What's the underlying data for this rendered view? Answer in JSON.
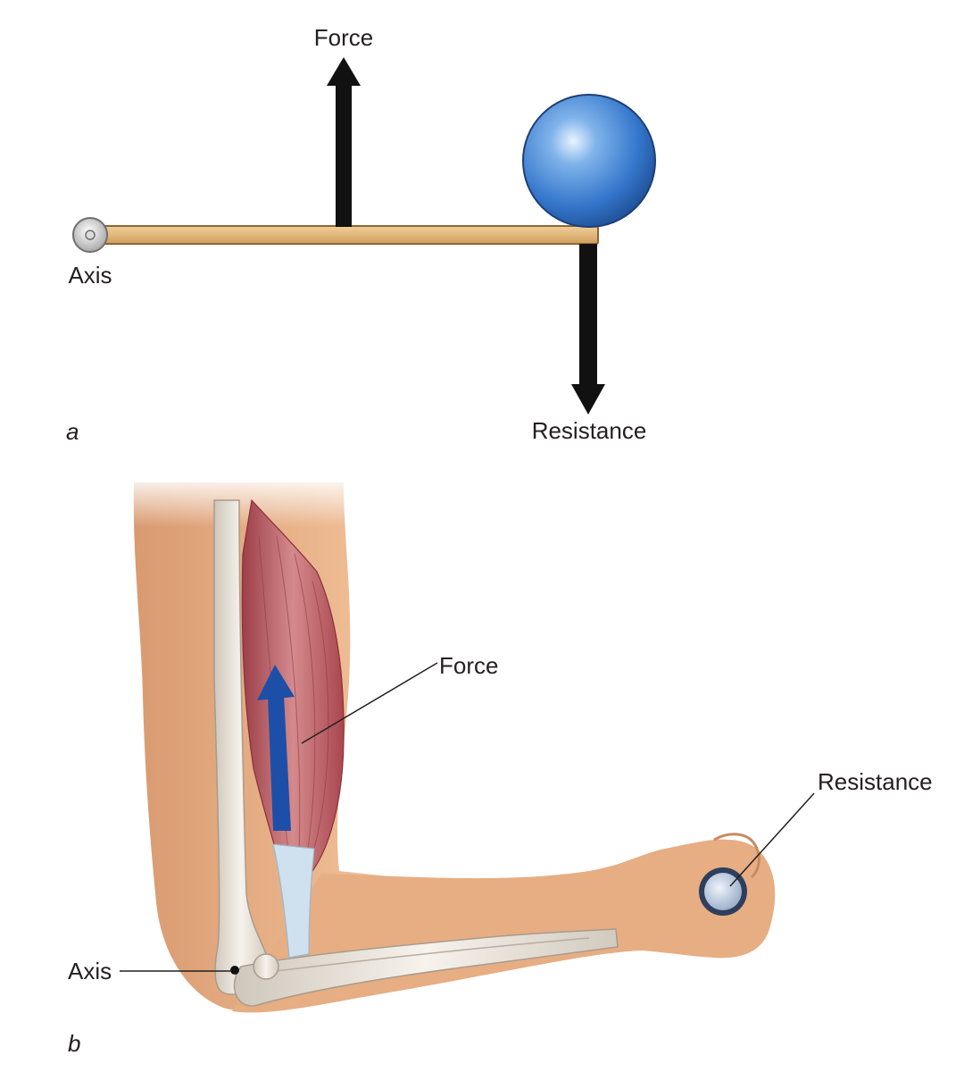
{
  "panel_a": {
    "panel_label": "a",
    "force_label": "Force",
    "axis_label": "Axis",
    "resistance_label": "Resistance"
  },
  "panel_b": {
    "panel_label": "b",
    "force_label": "Force",
    "axis_label": "Axis",
    "resistance_label": "Resistance"
  },
  "colors": {
    "lever": "#e2b77a",
    "ball": "#3f86d6",
    "arrow": "#111111",
    "muscle_force_arrow": "#1d4fa8",
    "skin": "#e6ad84",
    "muscle": "#b4555e",
    "bone": "#e9e3da"
  }
}
